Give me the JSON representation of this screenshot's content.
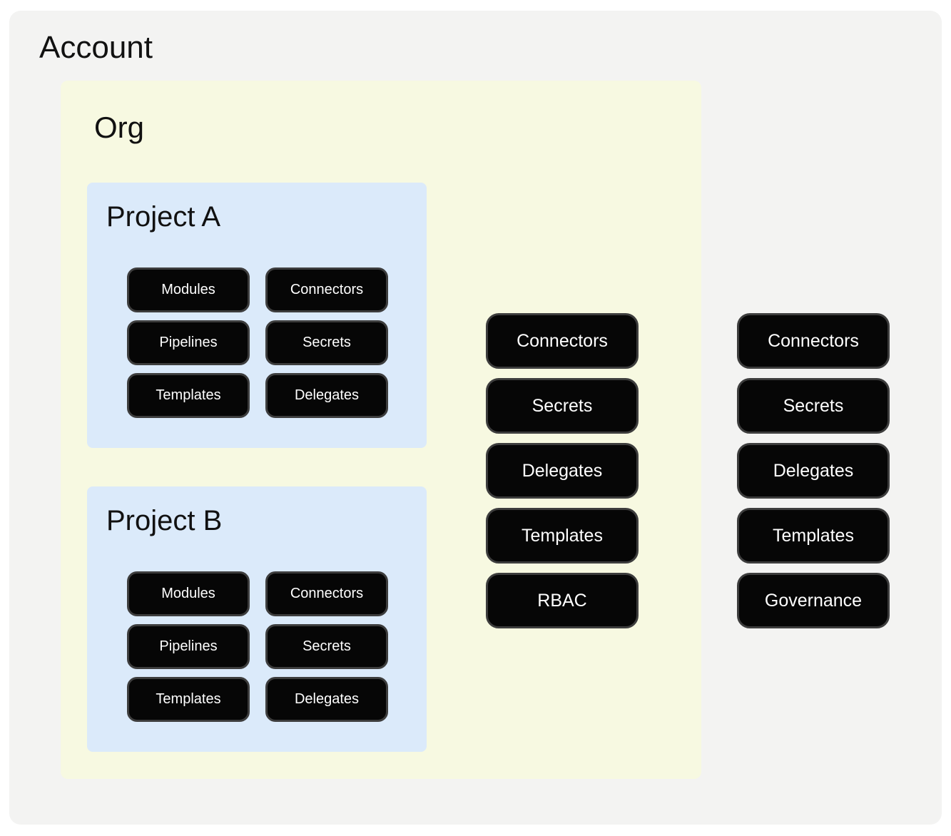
{
  "colors": {
    "page-bg": "#ffffff",
    "account-bg": "#f3f3f2",
    "org-bg": "#f7f9e1",
    "project-bg": "#dbeafa",
    "pill-bg": "#060606",
    "pill-border": "#3d3d3d",
    "pill-text": "#ffffff",
    "title-text": "#111111"
  },
  "account": {
    "title": "Account",
    "resources": [
      "Connectors",
      "Secrets",
      "Delegates",
      "Templates",
      "Governance"
    ],
    "org": {
      "title": "Org",
      "resources": [
        "Connectors",
        "Secrets",
        "Delegates",
        "Templates",
        "RBAC"
      ],
      "projects": [
        {
          "title": "Project A",
          "resources": [
            "Modules",
            "Connectors",
            "Pipelines",
            "Secrets",
            "Templates",
            "Delegates"
          ]
        },
        {
          "title": "Project B",
          "resources": [
            "Modules",
            "Connectors",
            "Pipelines",
            "Secrets",
            "Templates",
            "Delegates"
          ]
        }
      ]
    }
  }
}
